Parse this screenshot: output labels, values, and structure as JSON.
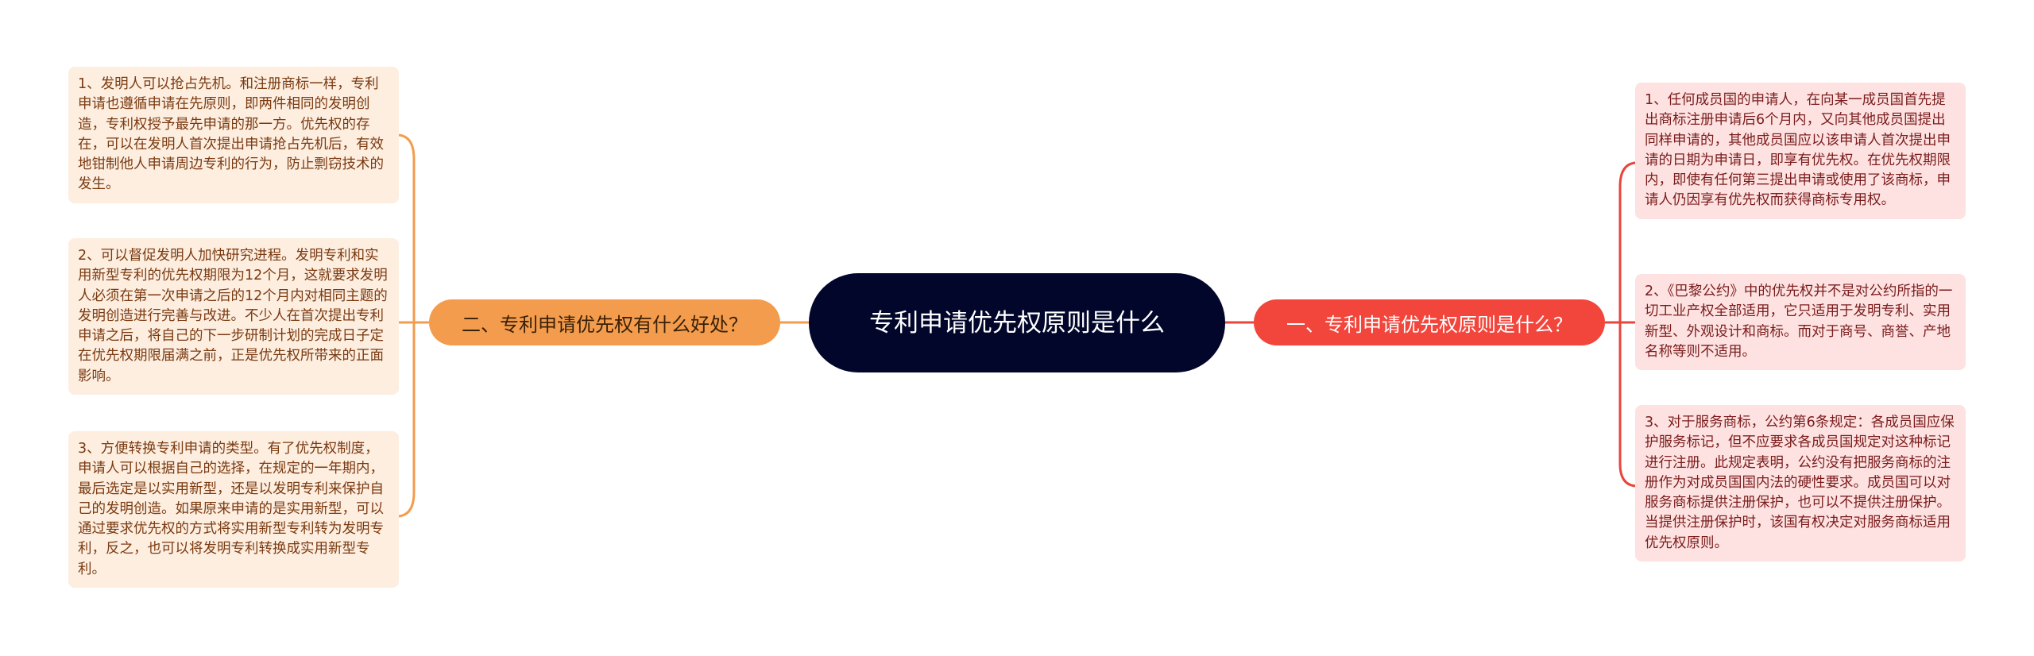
{
  "mindmap": {
    "center": {
      "label": "专利申请优先权原则是什么"
    },
    "colors": {
      "center_bg": "#02062a",
      "left_branch": "#f39c4d",
      "left_leaf_bg": "#fdeee0",
      "left_leaf_text": "#7a3a10",
      "right_branch": "#f2463c",
      "right_leaf_bg": "#fde2e1",
      "right_leaf_text": "#7a1c1c"
    },
    "right_branch": {
      "label": "一、专利申请优先权原则是什么？",
      "children": [
        {
          "text": "1、任何成员国的申请人，在向某一成员国首先提出商标注册申请后6个月内，又向其他成员国提出同样申请的，其他成员国应以该申请人首次提出申请的日期为申请日，即享有优先权。在优先权期限内，即使有任何第三提出申请或使用了该商标，申请人仍因享有优先权而获得商标专用权。"
        },
        {
          "text": "2、《巴黎公约》中的优先权并不是对公约所指的一切工业产权全部适用，它只适用于发明专利、实用新型、外观设计和商标。而对于商号、商誉、产地名称等则不适用。"
        },
        {
          "text": "3、对于服务商标，公约第6条规定：各成员国应保护服务标记，但不应要求各成员国规定对这种标记进行注册。此规定表明，公约没有把服务商标的注册作为对成员国国内法的硬性要求。成员国可以对服务商标提供注册保护，也可以不提供注册保护。当提供注册保护时，该国有权决定对服务商标适用优先权原则。"
        }
      ]
    },
    "left_branch": {
      "label": "二、专利申请优先权有什么好处？",
      "children": [
        {
          "text": "1、发明人可以抢占先机。和注册商标一样，专利申请也遵循申请在先原则，即两件相同的发明创造，专利权授予最先申请的那一方。优先权的存在，可以在发明人首次提出申请抢占先机后，有效地钳制他人申请周边专利的行为，防止剽窃技术的发生。"
        },
        {
          "text": "2、可以督促发明人加快研究进程。发明专利和实用新型专利的优先权期限为12个月，这就要求发明人必须在第一次申请之后的12个月内对相同主题的发明创造进行完善与改进。不少人在首次提出专利申请之后，将自己的下一步研制计划的完成日子定在优先权期限届满之前，正是优先权所带来的正面影响。"
        },
        {
          "text": "3、方便转换专利申请的类型。有了优先权制度，申请人可以根据自己的选择，在规定的一年期内，最后选定是以实用新型，还是以发明专利来保护自己的发明创造。如果原来申请的是实用新型，可以通过要求优先权的方式将实用新型专利转为发明专利，反之，也可以将发明专利转换成实用新型专利。"
        }
      ]
    }
  }
}
